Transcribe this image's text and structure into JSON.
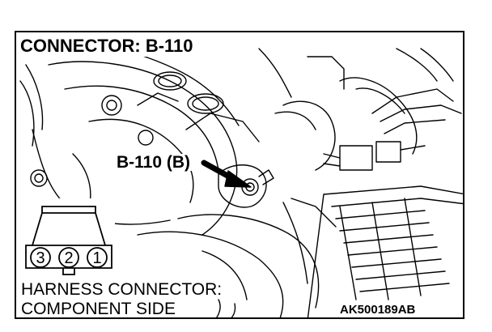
{
  "diagram": {
    "title": "CONNECTOR: B-110",
    "callout_label": "B-110 (B)",
    "caption_line1": "HARNESS CONNECTOR:",
    "caption_line2": "COMPONENT SIDE",
    "figure_code": "AK500189AB",
    "connector_pins": [
      "3",
      "2",
      "1"
    ],
    "colors": {
      "ink": "#000000",
      "paper": "#ffffff"
    }
  }
}
